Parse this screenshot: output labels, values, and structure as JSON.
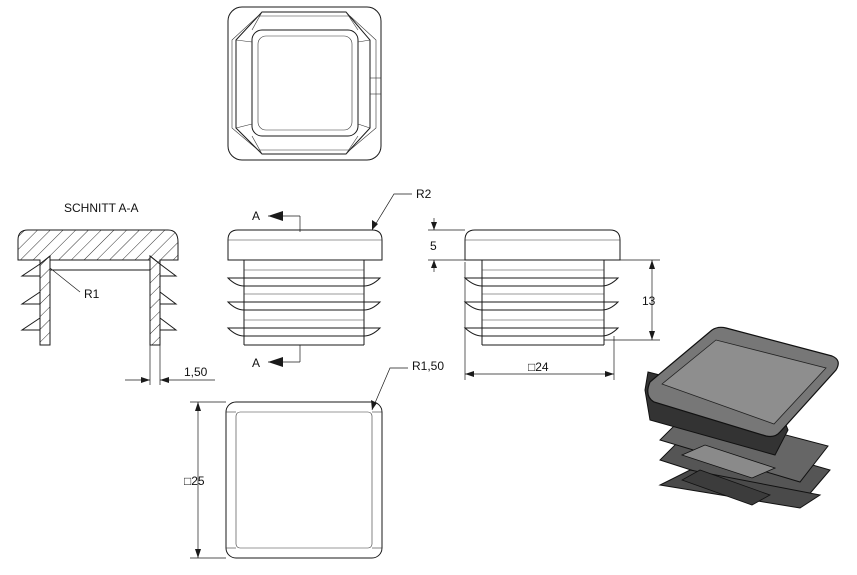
{
  "section": {
    "title": "SCHNITT A-A",
    "radius_label": "R1"
  },
  "front_view": {
    "cut_label_top": "A",
    "cut_label_bottom": "A",
    "radius_label": "R2"
  },
  "side_view": {
    "dim_cap_height": "5",
    "dim_body_height": "13",
    "dim_width": "□24"
  },
  "bottom_view": {
    "radius_label": "R1,50",
    "dim_size": "□25"
  },
  "wall_dim": "1,50"
}
